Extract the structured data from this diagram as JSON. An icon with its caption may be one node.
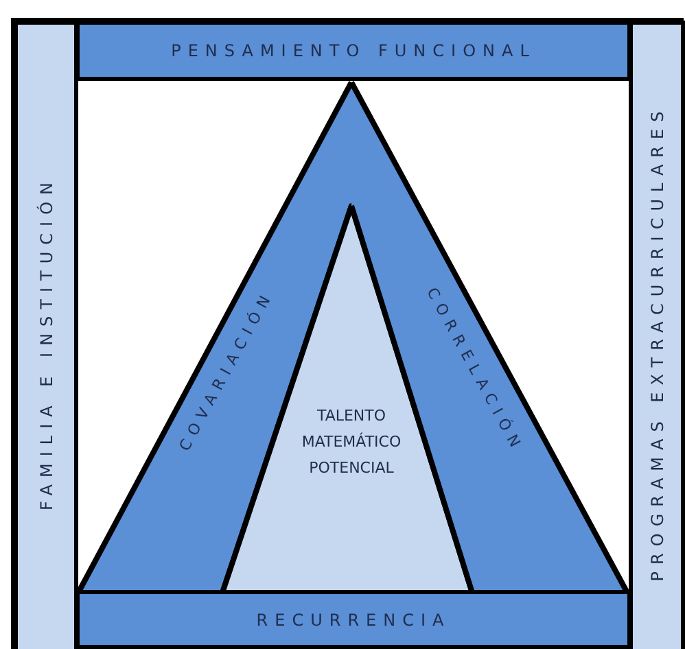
{
  "diagram": {
    "nodes": [
      {
        "text": [
          "PENSAMIENTO FUNCIONAL"
        ]
      },
      {
        "text": [
          "FAMILIA E INSTITUCIÓN"
        ]
      },
      {
        "text": [
          "PROGRAMAS EXTRACURRICULARES"
        ]
      },
      {
        "text": [
          "COVARIACIÓN"
        ]
      },
      {
        "text": [
          "TALENTO MATEMÁTICO POTENCIAL"
        ]
      },
      {
        "text": [
          "CORRELACIÓN"
        ]
      },
      {
        "text": [
          "RECURRENCIA"
        ]
      }
    ]
  }
}
